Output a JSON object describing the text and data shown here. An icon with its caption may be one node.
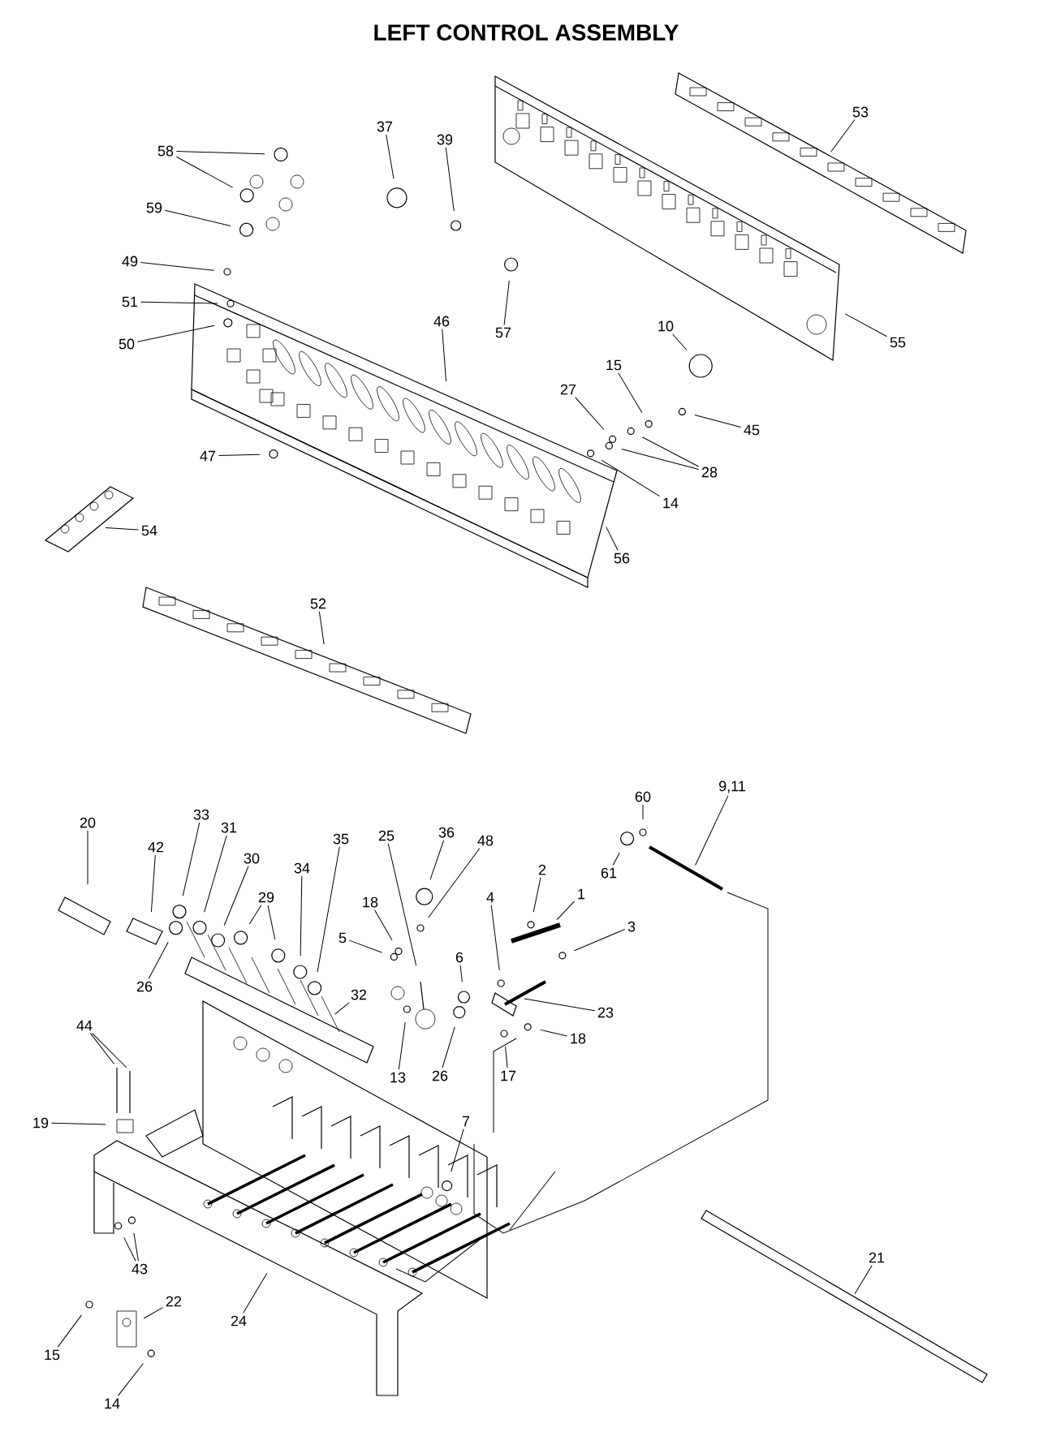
{
  "diagram": {
    "title": "LEFT CONTROL ASSEMBLY",
    "nodes": [
      {
        "text": [
          "58"
        ]
      },
      {
        "text": [
          "59"
        ]
      },
      {
        "text": [
          "37"
        ]
      },
      {
        "text": [
          "39"
        ]
      },
      {
        "text": [
          "49"
        ]
      },
      {
        "text": [
          "51"
        ]
      },
      {
        "text": [
          "50"
        ]
      },
      {
        "text": [
          "46"
        ]
      },
      {
        "text": [
          "57"
        ]
      },
      {
        "text": [
          "47"
        ]
      },
      {
        "text": [
          "54"
        ]
      },
      {
        "text": [
          "53"
        ]
      },
      {
        "text": [
          "55"
        ]
      },
      {
        "text": [
          "10"
        ]
      },
      {
        "text": [
          "15"
        ]
      },
      {
        "text": [
          "27"
        ]
      },
      {
        "text": [
          "28"
        ]
      },
      {
        "text": [
          "14"
        ]
      },
      {
        "text": [
          "45"
        ]
      },
      {
        "text": [
          "56"
        ]
      },
      {
        "text": [
          "52"
        ]
      },
      {
        "text": [
          "20"
        ]
      },
      {
        "text": [
          "42"
        ]
      },
      {
        "text": [
          "33"
        ]
      },
      {
        "text": [
          "31"
        ]
      },
      {
        "text": [
          "30"
        ]
      },
      {
        "text": [
          "29"
        ]
      },
      {
        "text": [
          "34"
        ]
      },
      {
        "text": [
          "35"
        ]
      },
      {
        "text": [
          "32"
        ]
      },
      {
        "text": [
          "26"
        ]
      },
      {
        "text": [
          "25"
        ]
      },
      {
        "text": [
          "36"
        ]
      },
      {
        "text": [
          "48"
        ]
      },
      {
        "text": [
          "18"
        ]
      },
      {
        "text": [
          "5"
        ]
      },
      {
        "text": [
          "2"
        ]
      },
      {
        "text": [
          "4"
        ]
      },
      {
        "text": [
          "6"
        ]
      },
      {
        "text": [
          "1"
        ]
      },
      {
        "text": [
          "3"
        ]
      },
      {
        "text": [
          "23"
        ]
      },
      {
        "text": [
          "18"
        ]
      },
      {
        "text": [
          "17"
        ]
      },
      {
        "text": [
          "13"
        ]
      },
      {
        "text": [
          "26"
        ]
      },
      {
        "text": [
          "60"
        ]
      },
      {
        "text": [
          "61"
        ]
      },
      {
        "text": [
          "9,11"
        ]
      },
      {
        "text": [
          "44"
        ]
      },
      {
        "text": [
          "19"
        ]
      },
      {
        "text": [
          "7"
        ]
      },
      {
        "text": [
          "43"
        ]
      },
      {
        "text": [
          "22"
        ]
      },
      {
        "text": [
          "15"
        ]
      },
      {
        "text": [
          "24"
        ]
      },
      {
        "text": [
          "14"
        ]
      },
      {
        "text": [
          "21"
        ]
      }
    ],
    "edges": [
      {
        "from": 0,
        "to": null,
        "arrow": "none"
      },
      {
        "from": 0,
        "to": null,
        "arrow": "none"
      },
      {
        "from": 1,
        "to": null,
        "arrow": "none"
      },
      {
        "from": 2,
        "to": null,
        "arrow": "none"
      },
      {
        "from": 3,
        "to": null,
        "arrow": "none"
      },
      {
        "from": 4,
        "to": null,
        "arrow": "none"
      },
      {
        "from": 5,
        "to": null,
        "arrow": "none"
      },
      {
        "from": 6,
        "to": null,
        "arrow": "none"
      },
      {
        "from": 7,
        "to": null,
        "arrow": "none"
      },
      {
        "from": 8,
        "to": null,
        "arrow": "none"
      },
      {
        "from": 9,
        "to": null,
        "arrow": "none"
      },
      {
        "from": 10,
        "to": null,
        "arrow": "none"
      },
      {
        "from": 11,
        "to": null,
        "arrow": "none"
      },
      {
        "from": 12,
        "to": null,
        "arrow": "none"
      },
      {
        "from": 13,
        "to": null,
        "arrow": "none"
      },
      {
        "from": 14,
        "to": null,
        "arrow": "none"
      },
      {
        "from": 15,
        "to": null,
        "arrow": "none"
      },
      {
        "from": 16,
        "to": null,
        "arrow": "none"
      },
      {
        "from": 16,
        "to": null,
        "arrow": "none"
      },
      {
        "from": 17,
        "to": null,
        "arrow": "none"
      },
      {
        "from": 18,
        "to": null,
        "arrow": "none"
      },
      {
        "from": 19,
        "to": null,
        "arrow": "none"
      },
      {
        "from": 20,
        "to": null,
        "arrow": "none"
      },
      {
        "from": 21,
        "to": null,
        "arrow": "none"
      },
      {
        "from": 22,
        "to": null,
        "arrow": "none"
      },
      {
        "from": 23,
        "to": null,
        "arrow": "none"
      },
      {
        "from": 24,
        "to": null,
        "arrow": "none"
      },
      {
        "from": 25,
        "to": null,
        "arrow": "none"
      },
      {
        "from": 26,
        "to": null,
        "arrow": "none"
      },
      {
        "from": 26,
        "to": null,
        "arrow": "none"
      },
      {
        "from": 27,
        "to": null,
        "arrow": "none"
      },
      {
        "from": 28,
        "to": null,
        "arrow": "none"
      },
      {
        "from": 29,
        "to": null,
        "arrow": "none"
      },
      {
        "from": 30,
        "to": null,
        "arrow": "none"
      },
      {
        "from": 31,
        "to": null,
        "arrow": "none"
      },
      {
        "from": 32,
        "to": null,
        "arrow": "none"
      },
      {
        "from": 33,
        "to": null,
        "arrow": "none"
      },
      {
        "from": 34,
        "to": null,
        "arrow": "none"
      },
      {
        "from": 35,
        "to": null,
        "arrow": "none"
      },
      {
        "from": 36,
        "to": null,
        "arrow": "none"
      },
      {
        "from": 37,
        "to": null,
        "arrow": "none"
      },
      {
        "from": 38,
        "to": null,
        "arrow": "none"
      },
      {
        "from": 39,
        "to": null,
        "arrow": "none"
      },
      {
        "from": 40,
        "to": null,
        "arrow": "none"
      },
      {
        "from": 41,
        "to": null,
        "arrow": "none"
      },
      {
        "from": 42,
        "to": null,
        "arrow": "none"
      },
      {
        "from": 43,
        "to": null,
        "arrow": "none"
      },
      {
        "from": 44,
        "to": null,
        "arrow": "none"
      },
      {
        "from": 45,
        "to": null,
        "arrow": "none"
      },
      {
        "from": 46,
        "to": null,
        "arrow": "none"
      },
      {
        "from": 47,
        "to": null,
        "arrow": "none"
      },
      {
        "from": 48,
        "to": null,
        "arrow": "none"
      },
      {
        "from": 49,
        "to": null,
        "arrow": "none"
      },
      {
        "from": 49,
        "to": null,
        "arrow": "none"
      },
      {
        "from": 50,
        "to": null,
        "arrow": "none"
      },
      {
        "from": 51,
        "to": null,
        "arrow": "none"
      },
      {
        "from": 52,
        "to": null,
        "arrow": "none"
      },
      {
        "from": 52,
        "to": null,
        "arrow": "none"
      },
      {
        "from": 53,
        "to": null,
        "arrow": "none"
      },
      {
        "from": 54,
        "to": null,
        "arrow": "none"
      },
      {
        "from": 55,
        "to": null,
        "arrow": "none"
      },
      {
        "from": 56,
        "to": null,
        "arrow": "none"
      },
      {
        "from": 57,
        "to": null,
        "arrow": "none"
      }
    ]
  }
}
